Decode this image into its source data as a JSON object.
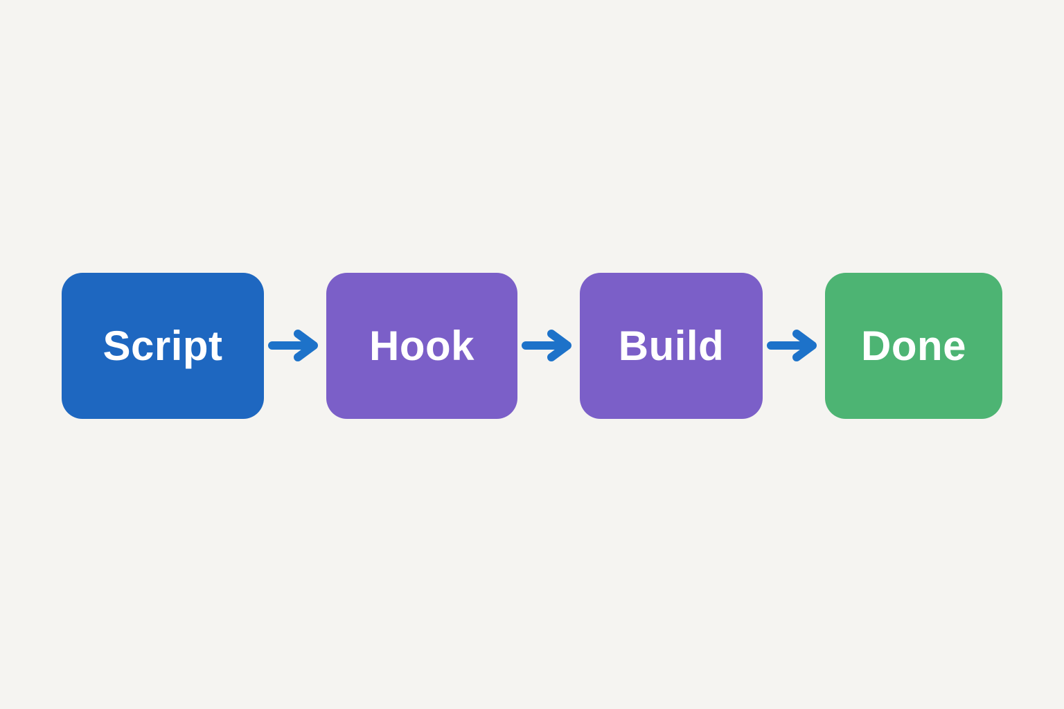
{
  "page": {
    "background": "#f5f4f1"
  },
  "diagram": {
    "type": "flowchart",
    "direction": "left-to-right",
    "nodes": [
      {
        "label": "Script",
        "color": "#1e67c0"
      },
      {
        "label": "Hook",
        "color": "#7b5fc8"
      },
      {
        "label": "Build",
        "color": "#7b5fc8"
      },
      {
        "label": "Done",
        "color": "#4db473"
      }
    ],
    "connector": {
      "glyph": "arrow-right",
      "color": "#1d72c9"
    },
    "label_color": "#ffffff"
  }
}
